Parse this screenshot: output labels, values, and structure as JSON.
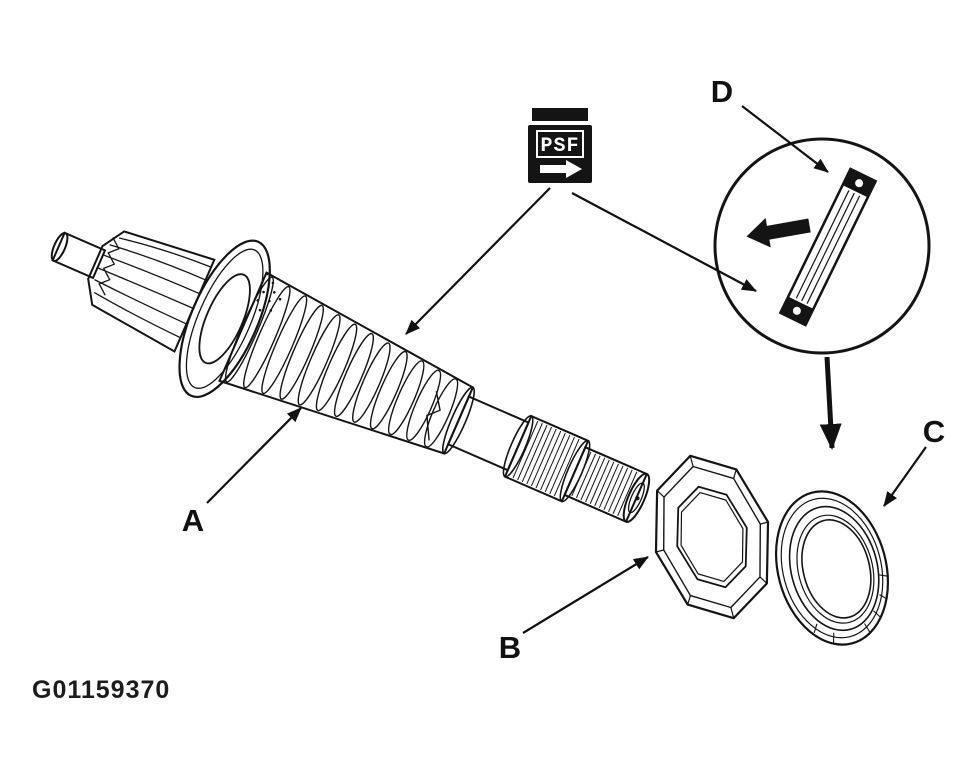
{
  "figure": {
    "id": "G01159370"
  },
  "psf": {
    "label": "PSF"
  },
  "labels": {
    "a": "A",
    "b": "B",
    "c": "C",
    "d": "D"
  }
}
